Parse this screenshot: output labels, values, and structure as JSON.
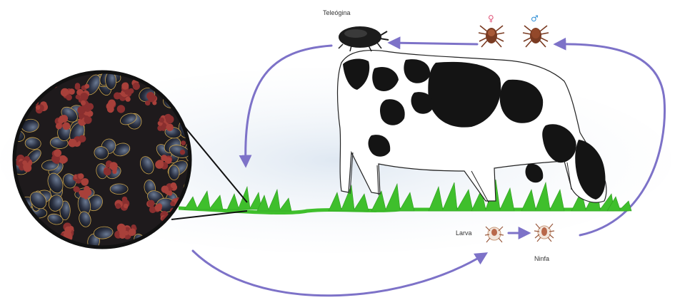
{
  "diagram": {
    "labels": {
      "engorged_female": "Teleógina",
      "larva": "Larva",
      "nymph": "Ninfa"
    },
    "symbols": {
      "female": "♀",
      "male": "♂"
    },
    "colors": {
      "arrow": "#7d72c8",
      "grass": "#3fbf2c",
      "grass_dark": "#2f9a20",
      "tick": "#7a3b22",
      "egg_cluster": "#8a2f2f",
      "female_symbol": "#e0567a",
      "male_symbol": "#2f8fd6",
      "cow_black": "#141414",
      "background_haze": "#dfe8f2"
    },
    "icons": [
      "engorged-tick-icon",
      "female-tick-icon",
      "male-tick-icon",
      "larva-icon",
      "nymph-icon",
      "magnifier-circle",
      "cow-illustration"
    ]
  }
}
